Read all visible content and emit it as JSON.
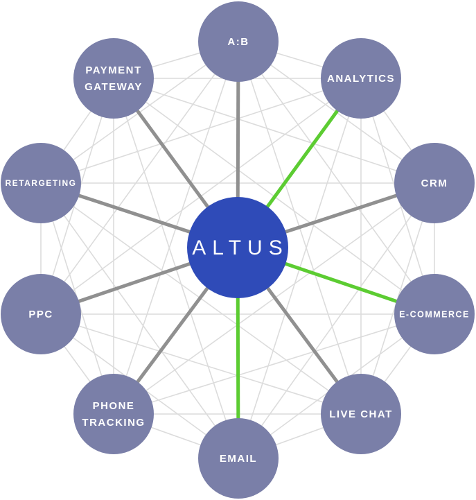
{
  "hub": {
    "label": "ALTUS",
    "color": "#2f4bb8"
  },
  "colors": {
    "node_fill": "#7a7fa8",
    "mesh_line": "#dcdcdc",
    "spoke_inactive": "#909090",
    "spoke_active": "#5ccc32",
    "label_text": "#ffffff"
  },
  "nodes": [
    {
      "id": "ab",
      "lines": [
        "A:B"
      ],
      "spoke": "inactive"
    },
    {
      "id": "analytics",
      "lines": [
        "ANALYTICS"
      ],
      "spoke": "active"
    },
    {
      "id": "crm",
      "lines": [
        "CRM"
      ],
      "spoke": "inactive"
    },
    {
      "id": "ecommerce",
      "lines": [
        "E-COMMERCE"
      ],
      "spoke": "active"
    },
    {
      "id": "live-chat",
      "lines": [
        "LIVE CHAT"
      ],
      "spoke": "inactive"
    },
    {
      "id": "email",
      "lines": [
        "EMAIL"
      ],
      "spoke": "active"
    },
    {
      "id": "phone-tracking",
      "lines": [
        "PHONE",
        "TRACKING"
      ],
      "spoke": "inactive"
    },
    {
      "id": "ppc",
      "lines": [
        "PPC"
      ],
      "spoke": "inactive"
    },
    {
      "id": "retargeting",
      "lines": [
        "RETARGETING"
      ],
      "spoke": "inactive"
    },
    {
      "id": "payment-gateway",
      "lines": [
        "PAYMENT",
        "GATEWAY"
      ],
      "spoke": "inactive"
    }
  ]
}
